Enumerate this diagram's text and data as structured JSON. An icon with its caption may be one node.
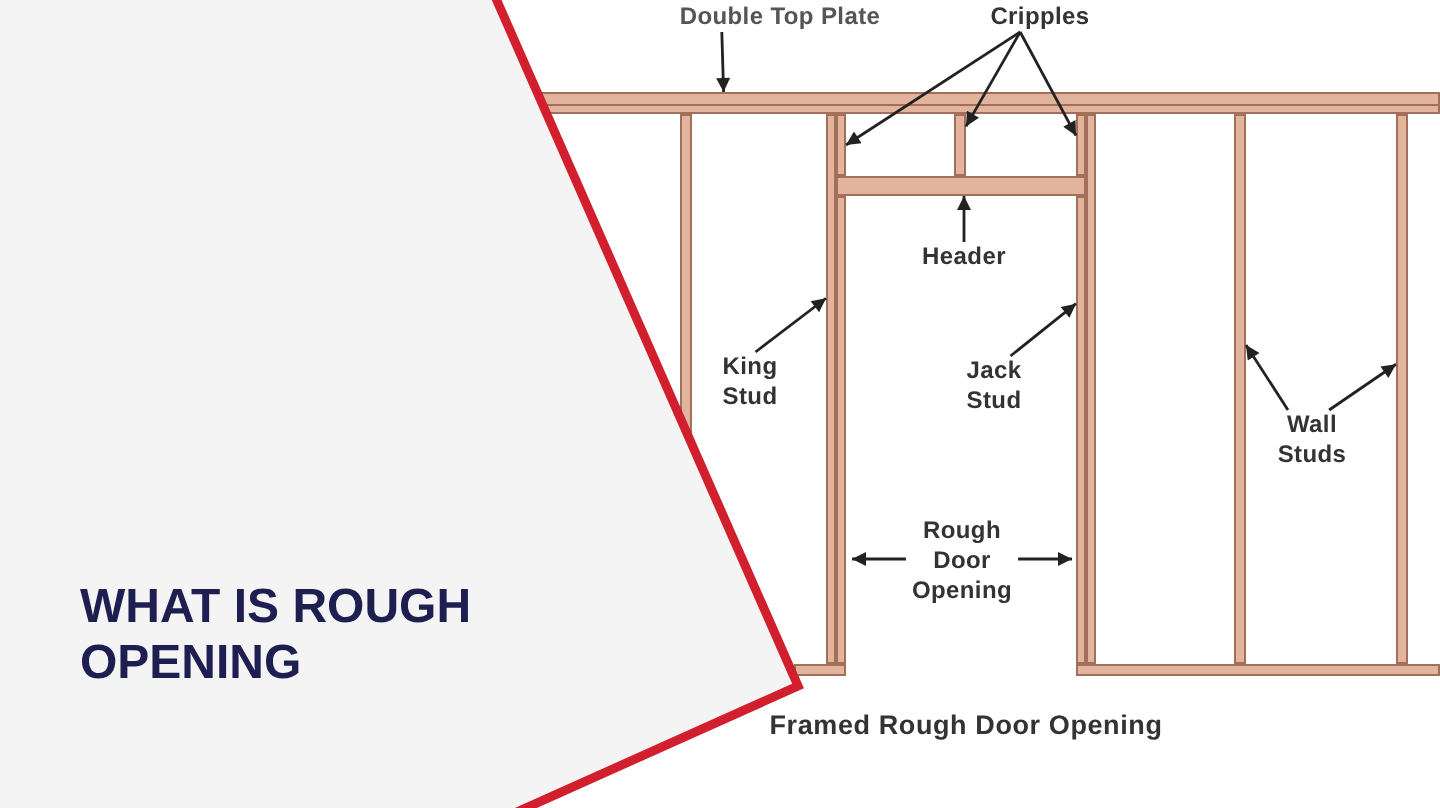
{
  "diagram": {
    "title": "WHAT IS ROUGH OPENING",
    "caption": "Framed Rough Door Opening",
    "nodes": [
      {
        "text": [
          "Double Top Plate"
        ]
      },
      {
        "text": [
          "Cripples"
        ]
      },
      {
        "text": [],
        "shape": "bar"
      },
      {
        "text": [],
        "shape": "bar"
      },
      {
        "text": [],
        "shape": "bar"
      },
      {
        "text": [],
        "shape": "bar"
      },
      {
        "text": [],
        "shape": "bar"
      },
      {
        "text": [
          "Header"
        ]
      },
      {
        "text": [
          "King Stud"
        ]
      },
      {
        "text": [],
        "shape": "bar"
      },
      {
        "text": [
          "Jack Stud"
        ]
      },
      {
        "text": [],
        "shape": "bar"
      },
      {
        "text": [
          "Wall Studs"
        ]
      },
      {
        "text": [],
        "shape": "bar"
      },
      {
        "text": [],
        "shape": "bar"
      },
      {
        "text": [],
        "shape": "bar"
      },
      {
        "text": [],
        "shape": "bar"
      },
      {
        "text": [],
        "shape": "bar"
      },
      {
        "text": [],
        "shape": "bar"
      },
      {
        "text": [],
        "shape": "bar"
      }
    ],
    "edges": [
      {
        "from": 0,
        "to": 2,
        "arrow": "to"
      },
      {
        "from": 1,
        "to": 3,
        "arrow": "to"
      },
      {
        "from": 1,
        "to": 4,
        "arrow": "to"
      },
      {
        "from": 1,
        "to": 5,
        "arrow": "to"
      },
      {
        "from": 7,
        "to": 6,
        "arrow": "to"
      },
      {
        "from": 8,
        "to": 9,
        "arrow": "to"
      },
      {
        "from": 10,
        "to": 11,
        "arrow": "to"
      },
      {
        "from": 12,
        "to": 13,
        "arrow": "to"
      },
      {
        "from": 12,
        "to": 14,
        "arrow": "to"
      }
    ],
    "labels": [
      "Rough Door Opening"
    ]
  }
}
